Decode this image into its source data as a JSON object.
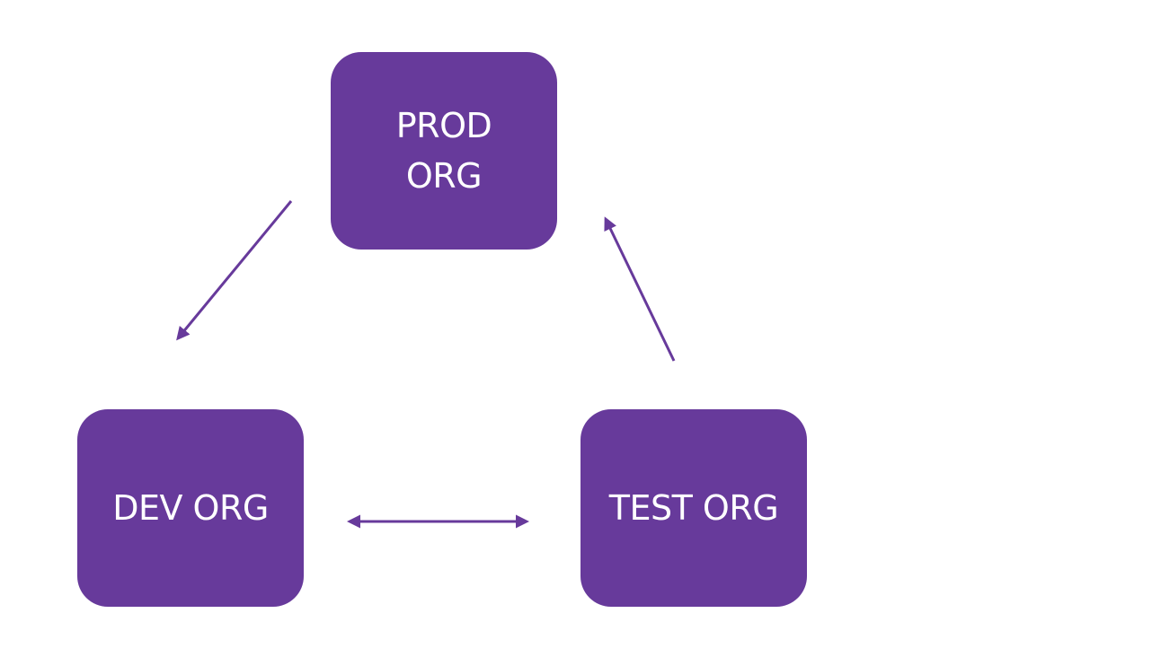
{
  "diagram": {
    "accent_color": "#673a9b",
    "background_color": "#ffffff",
    "nodes": [
      {
        "id": "prod",
        "label": "PROD\nORG"
      },
      {
        "id": "dev",
        "label": "DEV ORG"
      },
      {
        "id": "test",
        "label": "TEST ORG"
      }
    ],
    "edges": [
      {
        "from": "prod",
        "to": "dev",
        "direction": "one-way"
      },
      {
        "from": "test",
        "to": "prod",
        "direction": "one-way"
      },
      {
        "from": "dev",
        "to": "test",
        "direction": "two-way"
      }
    ]
  }
}
